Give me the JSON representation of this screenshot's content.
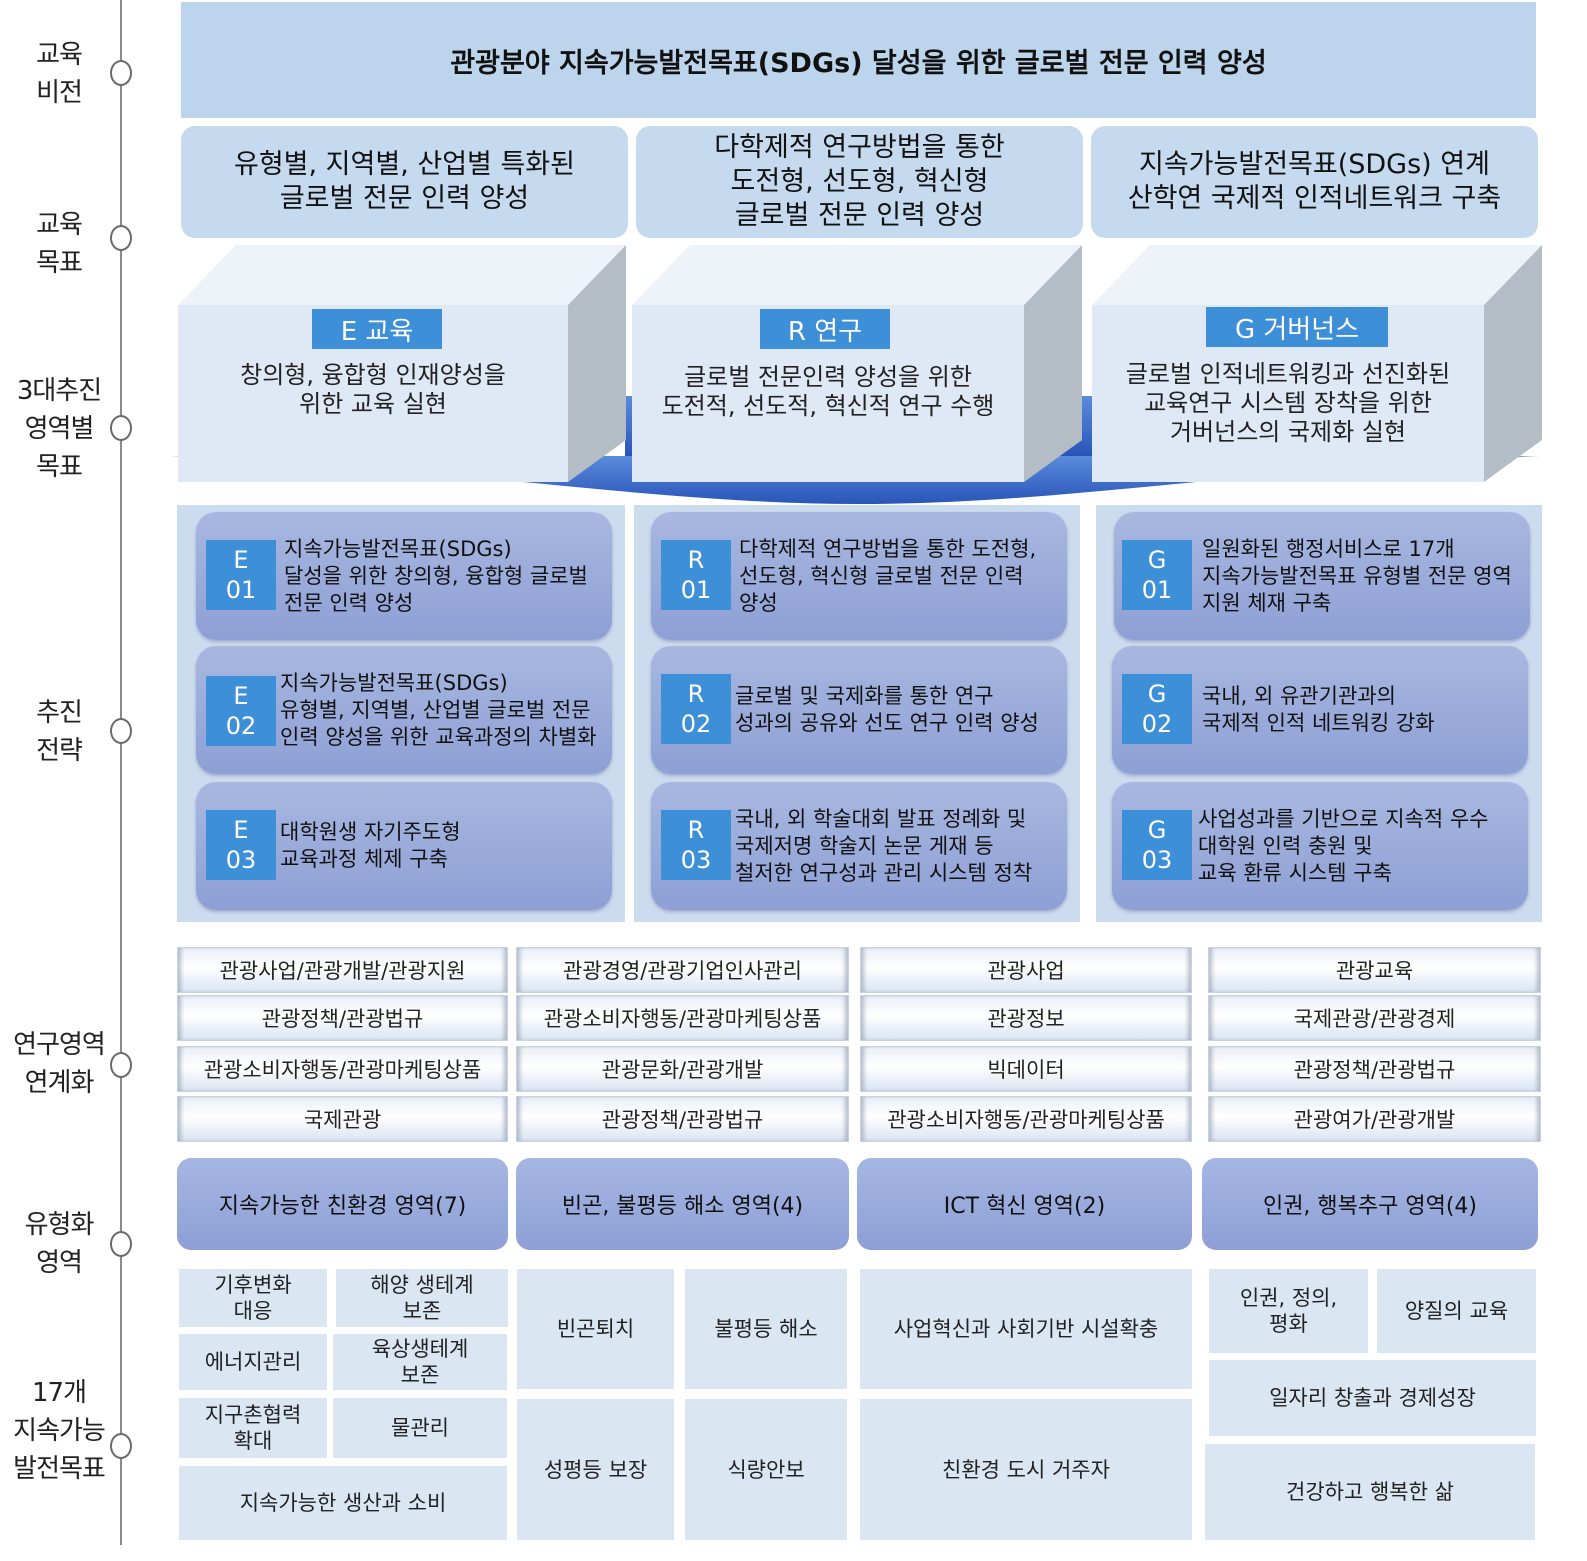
{
  "stages": [
    {
      "label": "교육\n비전"
    },
    {
      "label": "교육\n목표"
    },
    {
      "label": "3대추진\n영역별\n목표"
    },
    {
      "label": "추진\n전략"
    },
    {
      "label": "연구영역\n연계화"
    },
    {
      "label": "유형화\n영역"
    },
    {
      "label": "17개\n지속가능\n발전목표"
    }
  ],
  "vision": "관광분야 지속가능발전목표(SDGs) 달성을 위한 글로벌 전문 인력 양성",
  "goals": [
    "유형별, 지역별, 산업별 특화된\n글로벌 전문 인력 양성",
    "다학제적 연구방법을 통한\n도전형, 선도형, 혁신형\n글로벌 전문 인력 양성",
    "지속가능발전목표(SDGs) 연계\n산학연 국제적 인적네트워크 구축"
  ],
  "pillars": [
    {
      "title": "E 교육",
      "text": "창의형, 융합형 인재양성을\n위한 교육 실현"
    },
    {
      "title": "R 연구",
      "text": "글로벌 전문인력 양성을 위한\n도전적, 선도적, 혁신적 연구 수행"
    },
    {
      "title": "G 거버넌스",
      "text": "글로벌 인적네트워킹과 선진화된\n교육연구 시스템 장착을 위한\n거버넌스의 국제화 실현"
    }
  ],
  "strategies": [
    [
      {
        "code": "E\n01",
        "text": "지속가능발전목표(SDGs)\n달성을 위한 창의형, 융합형 글로벌\n전문 인력 양성"
      },
      {
        "code": "E\n02",
        "text": "지속가능발전목표(SDGs)\n유형별, 지역별, 산업별 글로벌 전문\n인력 양성을 위한 교육과정의 차별화"
      },
      {
        "code": "E\n03",
        "text": "대학원생 자기주도형\n교육과정 체제 구축"
      }
    ],
    [
      {
        "code": "R\n01",
        "text": "다학제적 연구방법을 통한 도전형,\n선도형, 혁신형 글로벌 전문 인력\n양성"
      },
      {
        "code": "R\n02",
        "text": "글로벌 및 국제화를 통한 연구\n성과의 공유와 선도 연구 인력 양성"
      },
      {
        "code": "R\n03",
        "text": "국내, 외 학술대회 발표 정례화 및\n국제저명 학술지 논문 게재 등\n철저한 연구성과 관리 시스템 정착"
      }
    ],
    [
      {
        "code": "G\n01",
        "text": "일원화된 행정서비스로 17개\n지속가능발전목표 유형별 전문 영역\n지원 체재 구축"
      },
      {
        "code": "G\n02",
        "text": "국내, 외 유관기관과의\n국제적 인적 네트워킹 강화"
      },
      {
        "code": "G\n03",
        "text": "사업성과를 기반으로 지속적 우수\n대학원 인력 충원 및\n교육 환류 시스템 구축"
      }
    ]
  ],
  "research_fields": [
    [
      "관광사업/관광개발/관광지원",
      "관광정책/관광법규",
      "관광소비자행동/관광마케팅상품",
      "국제관광"
    ],
    [
      "관광경영/관광기업인사관리",
      "관광소비자행동/관광마케팅상품",
      "관광문화/관광개발",
      "관광정책/관광법규"
    ],
    [
      "관광사업",
      "관광정보",
      "빅데이터",
      "관광소비자행동/관광마케팅상품"
    ],
    [
      "관광교육",
      "국제관광/관광경제",
      "관광정책/관광법규",
      "관광여가/관광개발"
    ]
  ],
  "types": [
    "지속가능한 친환경 영역(7)",
    "빈곤, 불평등 해소 영역(4)",
    "ICT 혁신 영역(2)",
    "인권, 행복추구 영역(4)"
  ],
  "sdgs": {
    "g1": [
      "기후변화\n대응",
      "해양 생테계\n보존",
      "에너지관리",
      "육상생테계\n보존",
      "지구촌협력\n확대",
      "물관리",
      "지속가능한 생산과 소비"
    ],
    "g2": [
      "빈곤퇴치",
      "불평등 해소",
      "성평등 보장",
      "식량안보"
    ],
    "g3": [
      "사업혁신과 사회기반 시설확충",
      "친환경 도시 거주자"
    ],
    "g4": [
      "인권, 정의,\n평화",
      "양질의 교육",
      "일자리 창출과 경제성장",
      "건강하고 행복한 삶"
    ]
  },
  "colors": {
    "accent": "#3d8fd8",
    "vision_bg": "#bcd5ec",
    "card": "#9aaadb",
    "panel": "#ccdcef"
  }
}
